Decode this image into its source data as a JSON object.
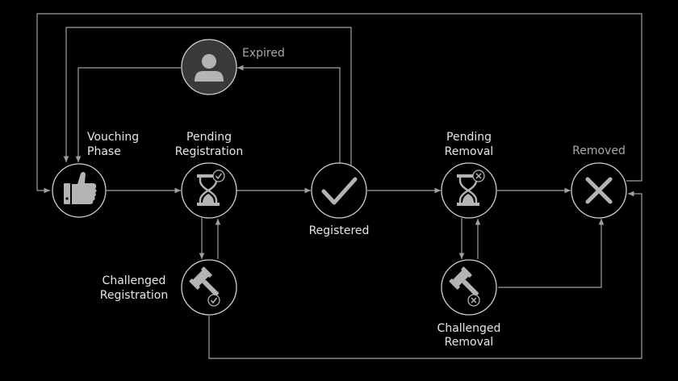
{
  "nodes": {
    "vouching": {
      "label_line1": "Vouching",
      "label_line2": "Phase",
      "icon": "thumbs-up-icon"
    },
    "expired": {
      "label": "Expired",
      "icon": "user-icon"
    },
    "pending_registration": {
      "label_line1": "Pending",
      "label_line2": "Registration",
      "icon": "hourglass-check-icon"
    },
    "registered": {
      "label": "Registered",
      "icon": "checkmark-icon"
    },
    "pending_removal": {
      "label_line1": "Pending",
      "label_line2": "Removal",
      "icon": "hourglass-x-icon"
    },
    "removed": {
      "label": "Removed",
      "icon": "x-icon"
    },
    "challenged_registration": {
      "label_line1": "Challenged",
      "label_line2": "Registration",
      "icon": "gavel-check-icon"
    },
    "challenged_removal": {
      "label_line1": "Challenged",
      "label_line2": "Removal",
      "icon": "gavel-x-icon"
    }
  },
  "colors": {
    "background": "#000000",
    "stroke": "#cfcfcf",
    "edge": "#a0a0a0",
    "icon": "#b4b4b4",
    "label": "#e6e6e6",
    "label_dim": "#a8a8a8"
  }
}
